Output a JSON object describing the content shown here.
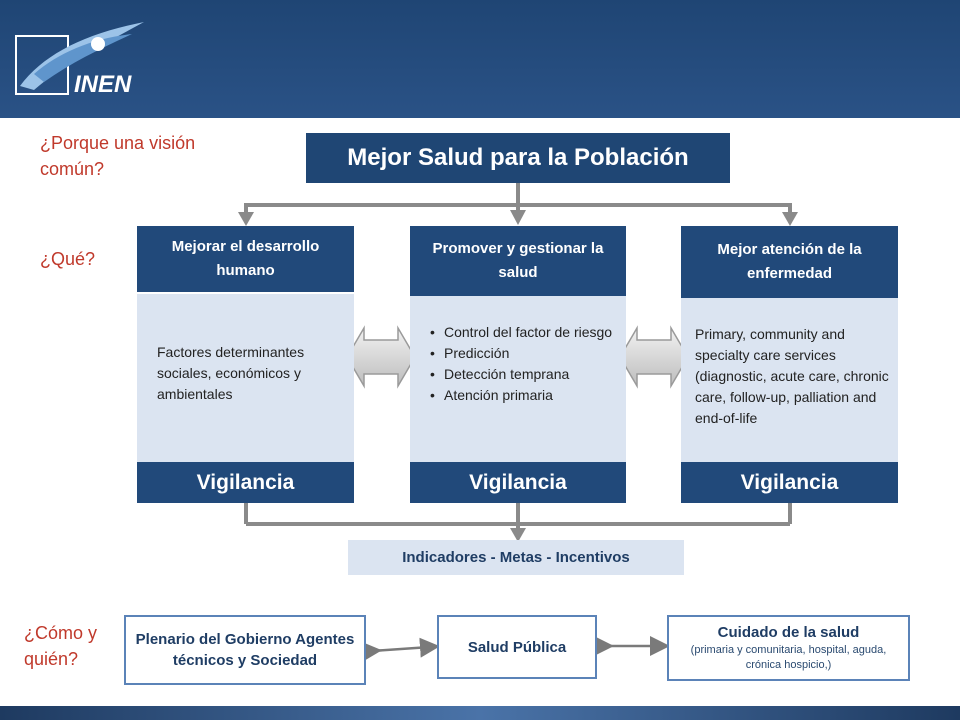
{
  "logo": {
    "text": "INEN"
  },
  "questions": {
    "why": "¿Porque una visión común?",
    "what": "¿Qué?",
    "how": "¿Cómo y quién?"
  },
  "top_goal": "Mejor Salud para la Población",
  "columns": [
    {
      "header": "Mejorar el desarrollo humano",
      "body": "Factores determinantes sociales, económicos y ambientales",
      "footer": "Vigilancia"
    },
    {
      "header": "Promover y gestionar la salud",
      "bullets": [
        "Control del factor de riesgo",
        "Predicción",
        "Detección temprana",
        "Atención primaria"
      ],
      "footer": "Vigilancia"
    },
    {
      "header": "Mejor atención de la enfermedad",
      "body": "Primary, community and specialty care services (diagnostic, acute care, chronic care, follow-up, palliation and end-of-life",
      "footer": "Vigilancia"
    }
  ],
  "indicators": "Indicadores - Metas - Incentivos",
  "bottom": {
    "left": "Plenario del Gobierno Agentes técnicos y Sociedad",
    "center": "Salud Pública",
    "right_title": "Cuidado de la salud",
    "right_sub": "(primaria y comunitaria, hospital, aguda, crónica hospicio,)"
  },
  "colors": {
    "header_bg": "#1f4674",
    "box_light": "#dbe4f1",
    "question_red": "#c0392b"
  }
}
